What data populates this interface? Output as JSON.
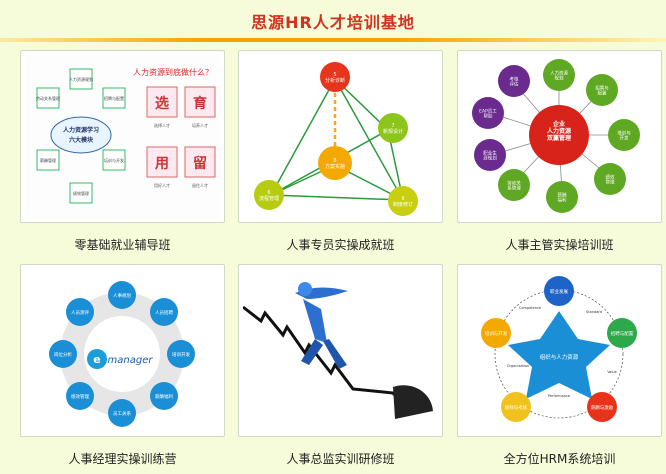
{
  "header": {
    "title": "思源HR人才培训基地"
  },
  "programs": [
    {
      "caption": "零基础就业辅导班",
      "img": {
        "question": "人力资源到底做什么？",
        "center_line1": "人力资源学习",
        "center_line2": "六大模块",
        "boxes": [
          "人力资源规划",
          "招聘与配置",
          "培训与开发",
          "绩效管理",
          "薪酬管理",
          "劳动关系管理"
        ],
        "tiles": [
          "选",
          "育",
          "用",
          "留"
        ],
        "tile_notes": [
          "选择人才",
          "培养人才",
          "用好人才",
          "留住人才"
        ]
      }
    },
    {
      "caption": "人事专员实操成就班",
      "img": {
        "nodes": [
          "5\n分析诊断",
          "7\n新规设计",
          "8\n方案实施",
          "6\n流程管理",
          "9\n制度修订"
        ]
      }
    },
    {
      "caption": "人事主管实操培训班",
      "img": {
        "center": "企业\n人力资源\n双赢管理",
        "petals": [
          "人力资源\n规划",
          "招聘与\n配置",
          "培训与\n开发",
          "绩效\n管理",
          "薪酬\n福利",
          "劳动关\n系管理",
          "职业生\n涯规划",
          "EAP员工\n帮助",
          "考核\n评估"
        ]
      }
    },
    {
      "caption": "人事经理实操训练营",
      "img": {
        "center": "manager",
        "ring": [
          "人事规划",
          "人员招聘",
          "培训开发",
          "薪酬福利",
          "员工关系",
          "绩效管理",
          "岗位分析",
          "人员测评"
        ]
      }
    },
    {
      "caption": "人事总监实训研修班",
      "img": {}
    },
    {
      "caption": "全方位HRM系统培训",
      "img": {
        "center": "组织与人力资源",
        "nodes": [
          "职业发展",
          "招聘与配置",
          "薪酬与激励",
          "绩效与考核",
          "培训与开发"
        ],
        "arrows": [
          "Competence",
          "Standard",
          "Organization",
          "Performance",
          "Value"
        ]
      }
    }
  ]
}
